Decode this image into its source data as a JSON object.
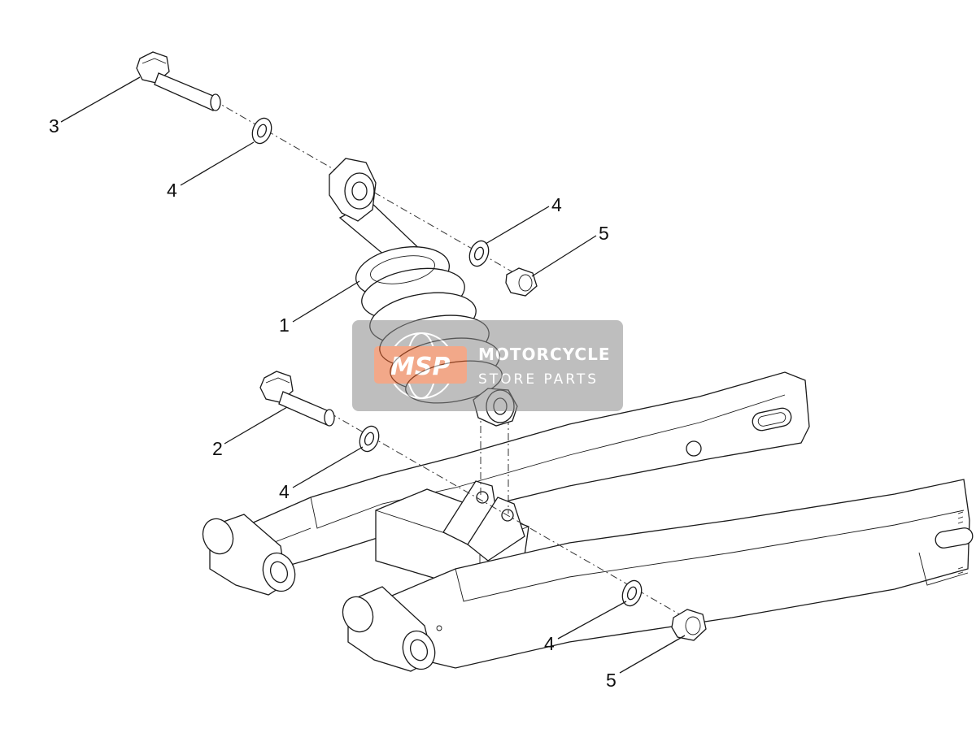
{
  "callouts": [
    {
      "id": "c3",
      "label": "3"
    },
    {
      "id": "c4a",
      "label": "4"
    },
    {
      "id": "c4b",
      "label": "4"
    },
    {
      "id": "c5a",
      "label": "5"
    },
    {
      "id": "c1",
      "label": "1"
    },
    {
      "id": "c2",
      "label": "2"
    },
    {
      "id": "c4c",
      "label": "4"
    },
    {
      "id": "c4d",
      "label": "4"
    },
    {
      "id": "c5b",
      "label": "5"
    }
  ],
  "watermark": {
    "logo_text": "MSP",
    "title": "MOTORCYCLE",
    "subtitle": "STORE PARTS",
    "logo_color": "#e8622a",
    "box_color": "#8a8a8a"
  },
  "colors": {
    "line": "#1a1a1a",
    "background": "#ffffff"
  }
}
